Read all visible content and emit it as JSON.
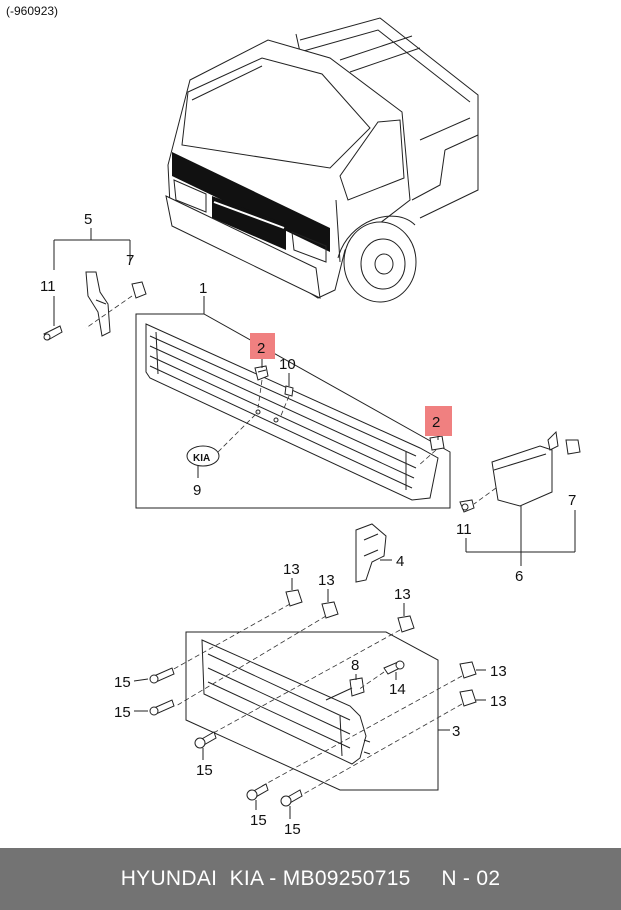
{
  "diagram": {
    "date_code": "(-960923)",
    "callouts": {
      "c1": "1",
      "c2a": "2",
      "c2b": "2",
      "c3": "3",
      "c4": "4",
      "c5": "5",
      "c6": "6",
      "c7a": "7",
      "c7b": "7",
      "c8": "8",
      "c9": "9",
      "c10": "10",
      "c11a": "11",
      "c11b": "11",
      "c13a": "13",
      "c13b": "13",
      "c13c": "13",
      "c13d": "13",
      "c13e": "13",
      "c14": "14",
      "c15a": "15",
      "c15b": "15",
      "c15c": "15",
      "c15d": "15",
      "c15e": "15"
    },
    "emblem_text": "KIA",
    "highlight_color": "#f08080"
  },
  "footer": {
    "text": "HYUNDAI  KIA - MB09250715     N - 02"
  }
}
